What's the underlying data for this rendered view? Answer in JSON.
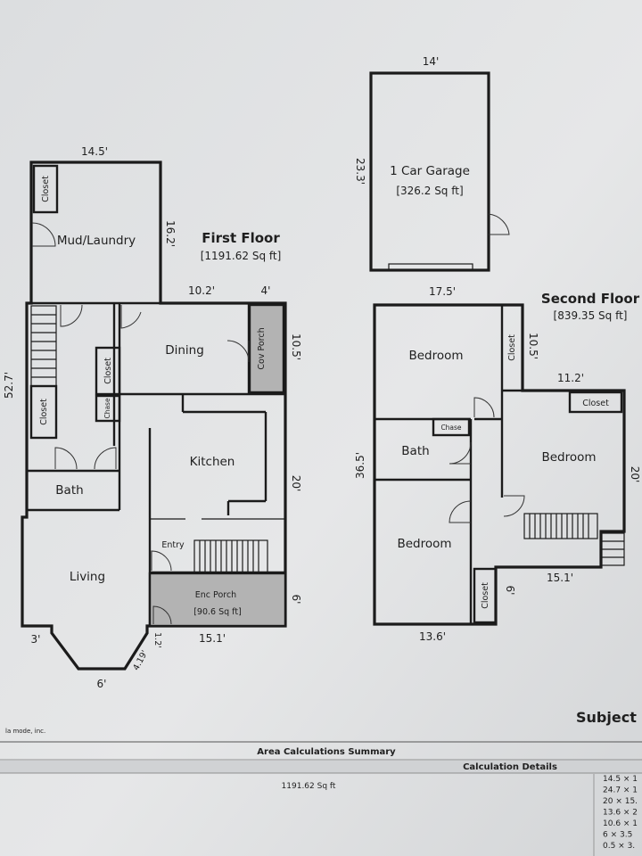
{
  "first_floor": {
    "title": "First Floor",
    "area": "[1191.62 Sq ft]",
    "rooms": {
      "mud_laundry": "Mud/Laundry",
      "dining": "Dining",
      "cov_porch": "Cov Porch",
      "kitchen": "Kitchen",
      "bath": "Bath",
      "living": "Living",
      "entry": "Entry",
      "enc_porch": "Enc Porch",
      "enc_porch_area": "[90.6 Sq ft]",
      "closet_top": "Closet",
      "closet_mid": "Closet",
      "closet_left": "Closet",
      "chase": "Chase"
    },
    "dims": {
      "top_width": "14.5'",
      "mud_height": "16.2'",
      "dining_width": "10.2'",
      "porch_width": "4'",
      "porch_height": "10.5'",
      "total_height": "52.7'",
      "kitchen_height": "20'",
      "enc_height": "6'",
      "bottom_width": "15.1'",
      "bay_left": "3'",
      "bay_bottom": "6'",
      "bay_right_a": "1.2'",
      "bay_right_b": "4.19'"
    }
  },
  "garage": {
    "name": "1 Car Garage",
    "area": "[326.2 Sq ft]",
    "width": "14'",
    "height": "23.3'"
  },
  "second_floor": {
    "title": "Second Floor",
    "area": "[839.35 Sq ft]",
    "rooms": {
      "bedroom_top": "Bedroom",
      "bedroom_right": "Bedroom",
      "bedroom_bottom": "Bedroom",
      "bath": "Bath",
      "chase": "Chase",
      "closet_top": "Closet",
      "closet_right": "Closet",
      "closet_bottom": "Closet"
    },
    "dims": {
      "top_width": "17.5'",
      "closet_height": "10.5'",
      "right_width": "11.2'",
      "left_height": "36.5'",
      "right_height": "20'",
      "step_width": "15.1'",
      "bottom_width": "13.6'",
      "bottom_step": "6'"
    }
  },
  "footer": {
    "brand": "la mode, inc.",
    "summary_title": "Area Calculations Summary",
    "details_title": "Calculation Details",
    "total": "1191.62 Sq ft",
    "calc_lines": [
      "14.5 × 1",
      "24.7 × 1",
      "20 × 15.",
      "13.6 × 2",
      "10.6 × 1",
      "6 × 3.5",
      "0.5 × 3."
    ],
    "corner_text": "Subject"
  }
}
